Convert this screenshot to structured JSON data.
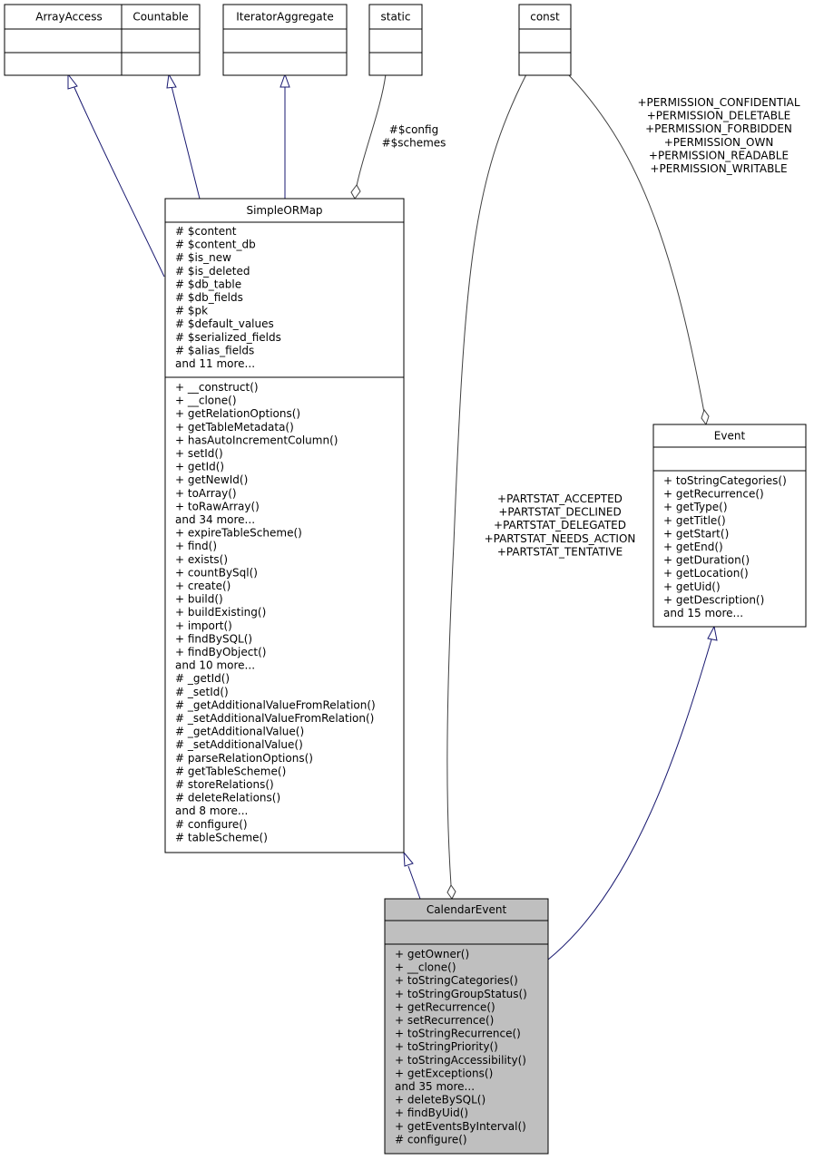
{
  "classes": {
    "array_access": {
      "name": "ArrayAccess",
      "attributes": [],
      "methods": []
    },
    "countable": {
      "name": "Countable",
      "attributes": [],
      "methods": []
    },
    "iterator_aggregate": {
      "name": "IteratorAggregate",
      "attributes": [],
      "methods": []
    },
    "static": {
      "name": "static",
      "attributes": [],
      "methods": []
    },
    "const": {
      "name": "const",
      "attributes": [],
      "methods": []
    },
    "simple_orm_map": {
      "name": "SimpleORMap",
      "attributes": [
        "# $content",
        "# $content_db",
        "# $is_new",
        "# $is_deleted",
        "# $db_table",
        "# $db_fields",
        "# $pk",
        "# $default_values",
        "# $serialized_fields",
        "# $alias_fields",
        "and 11 more..."
      ],
      "methods": [
        "+ __construct()",
        "+ __clone()",
        "+ getRelationOptions()",
        "+ getTableMetadata()",
        "+ hasAutoIncrementColumn()",
        "+ setId()",
        "+ getId()",
        "+ getNewId()",
        "+ toArray()",
        "+ toRawArray()",
        "and 34 more...",
        "+ expireTableScheme()",
        "+ find()",
        "+ exists()",
        "+ countBySql()",
        "+ create()",
        "+ build()",
        "+ buildExisting()",
        "+ import()",
        "+ findBySQL()",
        "+ findByObject()",
        "and 10 more...",
        "# _getId()",
        "# _setId()",
        "# _getAdditionalValueFromRelation()",
        "# _setAdditionalValueFromRelation()",
        "# _getAdditionalValue()",
        "# _setAdditionalValue()",
        "# parseRelationOptions()",
        "# getTableScheme()",
        "# storeRelations()",
        "# deleteRelations()",
        "and 8 more...",
        "# configure()",
        "# tableScheme()"
      ]
    },
    "event": {
      "name": "Event",
      "attributes": [],
      "methods": [
        "+ toStringCategories()",
        "+ getRecurrence()",
        "+ getType()",
        "+ getTitle()",
        "+ getStart()",
        "+ getEnd()",
        "+ getDuration()",
        "+ getLocation()",
        "+ getUid()",
        "+ getDescription()",
        "and 15 more..."
      ]
    },
    "calendar_event": {
      "name": "CalendarEvent",
      "attributes": [],
      "methods": [
        "+ getOwner()",
        "+ __clone()",
        "+ toStringCategories()",
        "+ toStringGroupStatus()",
        "+ getRecurrence()",
        "+ setRecurrence()",
        "+ toStringRecurrence()",
        "+ toStringPriority()",
        "+ toStringAccessibility()",
        "+ getExceptions()",
        "and 35 more...",
        "+ deleteBySQL()",
        "+ findByUid()",
        "+ getEventsByInterval()",
        "# configure()"
      ]
    }
  },
  "edge_labels": {
    "static_to_simple_orm_map": [
      "#$config",
      "#$schemes"
    ],
    "const_to_event": [
      "+PERMISSION_CONFIDENTIAL",
      "+PERMISSION_DELETABLE",
      "+PERMISSION_FORBIDDEN",
      "+PERMISSION_OWN",
      "+PERMISSION_READABLE",
      "+PERMISSION_WRITABLE"
    ],
    "const_to_calendar_event": [
      "+PARTSTAT_ACCEPTED",
      "+PARTSTAT_DECLINED",
      "+PARTSTAT_DELEGATED",
      "+PARTSTAT_NEEDS_ACTION",
      "+PARTSTAT_TENTATIVE"
    ]
  },
  "colors": {
    "inheritance_edge": "#191970",
    "association_edge": "#404040",
    "highlighted_class_fill": "#bfbfbf",
    "class_border": "#000000"
  }
}
